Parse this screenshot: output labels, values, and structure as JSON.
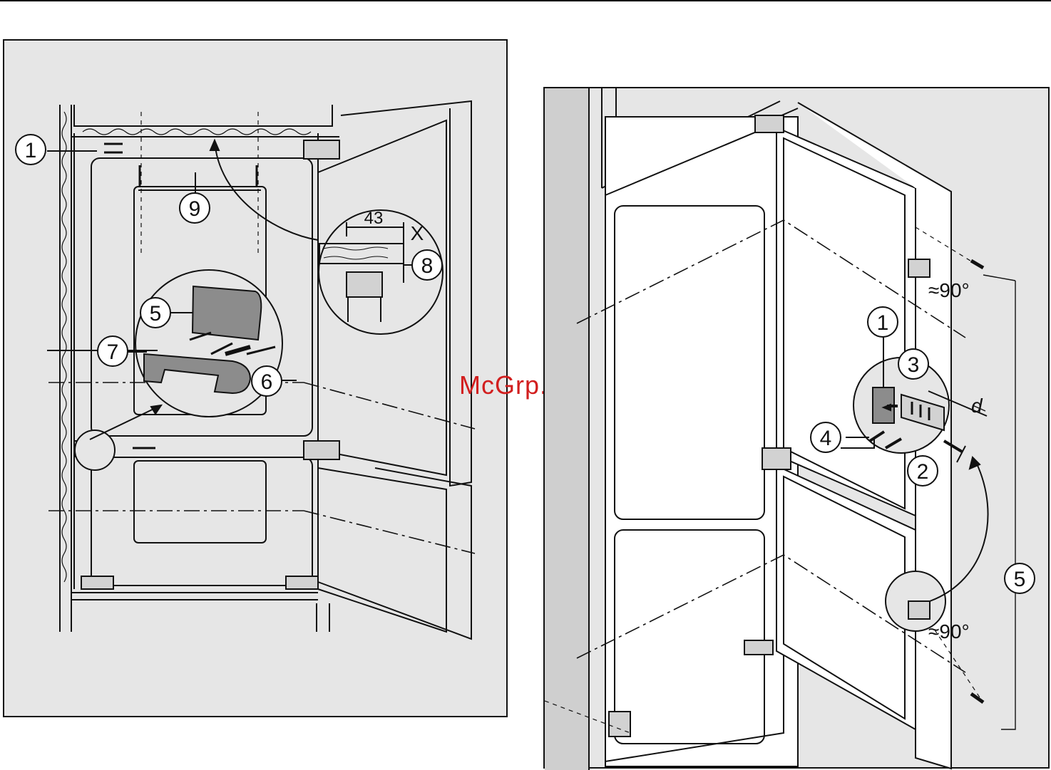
{
  "watermark": "McGrp.Ru",
  "left_figure": {
    "callouts": [
      "1",
      "9",
      "5",
      "7",
      "6",
      "8"
    ],
    "dimension": "43",
    "axis_label": "X"
  },
  "right_figure": {
    "callouts": [
      "1",
      "3",
      "4",
      "2",
      "5"
    ],
    "angle_upper": "≈90°",
    "angle_lower": "≈90°",
    "distance_label": "d"
  },
  "colors": {
    "panel": "#e6e6e6",
    "line": "#111111",
    "watermark": "#d21e1e",
    "part": "#8c8c8c"
  }
}
